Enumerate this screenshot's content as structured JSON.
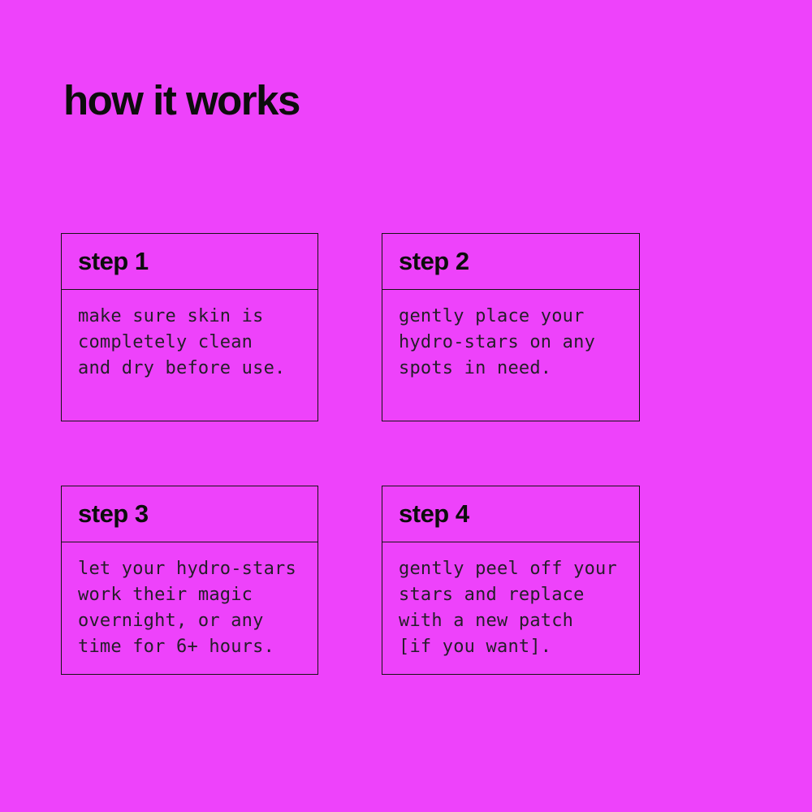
{
  "page": {
    "title": "how it works",
    "background_color": "#ee42fb",
    "border_color": "#141414",
    "heading_color": "#0d0d0d",
    "body_text_color": "#241e28"
  },
  "steps": [
    {
      "label": "step 1",
      "description": "make sure skin is\ncompletely clean\nand dry before use."
    },
    {
      "label": "step 2",
      "description": "gently place your\nhydro-stars on any\nspots in need."
    },
    {
      "label": "step 3",
      "description": "let your hydro-stars\nwork their magic\novernight, or any\ntime for 6+ hours."
    },
    {
      "label": "step 4",
      "description": "gently peel off your\nstars and replace\nwith a new patch\n[if you want]."
    }
  ]
}
